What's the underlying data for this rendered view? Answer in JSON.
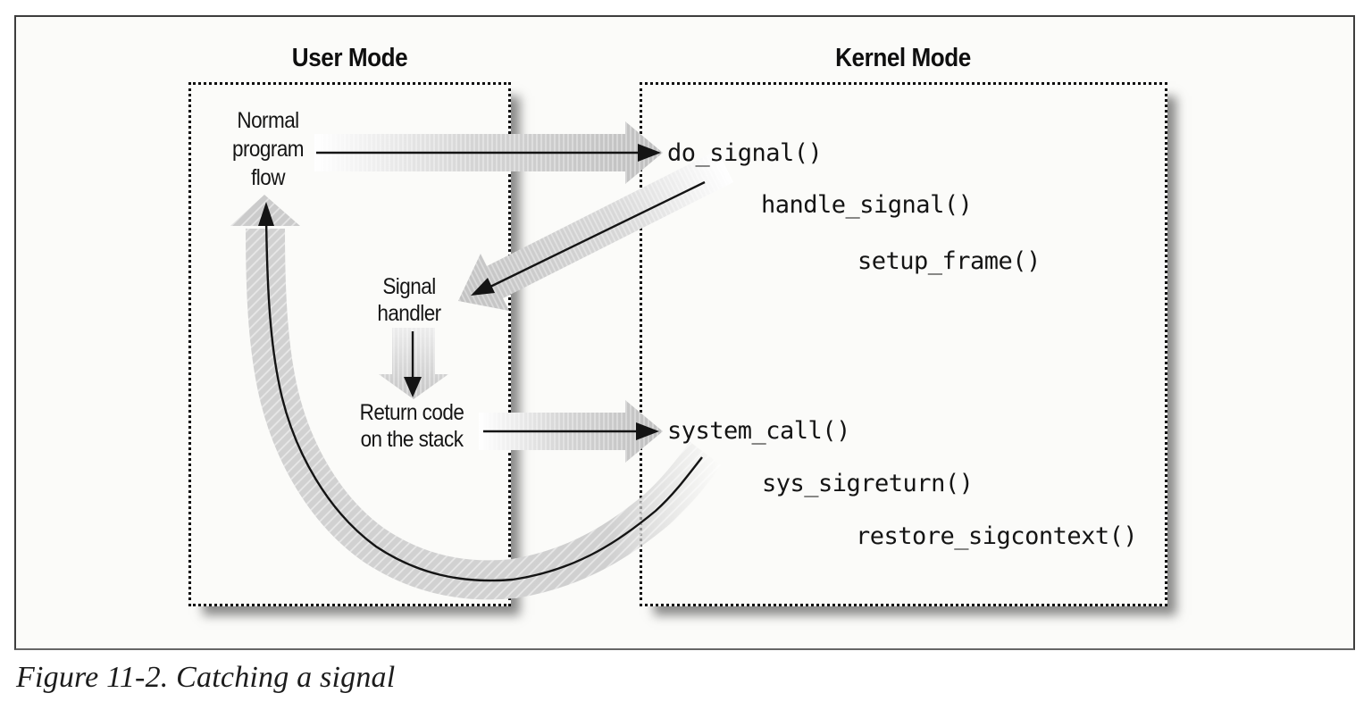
{
  "caption": "Figure 11-2. Catching a signal",
  "diagram": {
    "user_mode": {
      "title": "User Mode",
      "labels": {
        "normal_flow_lines": [
          "Normal",
          "program",
          "flow"
        ],
        "signal_handler_lines": [
          "Signal",
          "handler"
        ],
        "return_code_lines": [
          "Return code",
          "on the stack"
        ]
      }
    },
    "kernel_mode": {
      "title": "Kernel Mode",
      "functions": [
        "do_signal()",
        "handle_signal()",
        "setup_frame()",
        "system_call()",
        "sys_sigreturn()",
        "restore_sigcontext()"
      ]
    },
    "colors": {
      "arrow_gray": "#c6c6c6",
      "band_gray": "#d0d0d0",
      "box_shadow": "rgba(45,45,45,0.55)",
      "line_black": "#141414"
    }
  }
}
